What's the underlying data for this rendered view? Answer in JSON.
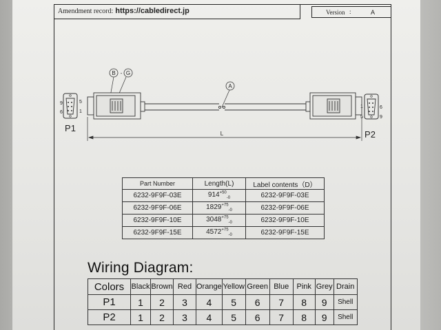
{
  "header": {
    "amendment_label": "Amendment record:",
    "amendment_url": "https://cabledirect.jp",
    "version_label": "Version",
    "version_sep": ":",
    "version_value": "A"
  },
  "drawing": {
    "callout_left_b": "B",
    "callout_left_dash": "-",
    "callout_left_g": "G",
    "callout_cable": "A",
    "length_label": "L",
    "p1_label": "P1",
    "p2_label": "P2",
    "p1_pins": {
      "top_left": "9",
      "top_right": "5",
      "bottom_left": "6",
      "bottom_right": "1"
    },
    "p2_pins": {
      "top_left": "1",
      "top_right": "6",
      "bottom_left": "5",
      "bottom_right": "9"
    }
  },
  "parts_table": {
    "headers": [
      "Part Number",
      "Length(L)",
      "Label contents（D）"
    ],
    "rows": [
      {
        "part": "6232-9F9F-03E",
        "length": "914",
        "tol_plus": "+50",
        "tol_minus": "-0",
        "label": "6232-9F9F-03E"
      },
      {
        "part": "6232-9F9F-06E",
        "length": "1829",
        "tol_plus": "+75",
        "tol_minus": "-0",
        "label": "6232-9F9F-06E"
      },
      {
        "part": "6232-9F9F-10E",
        "length": "3048",
        "tol_plus": "+75",
        "tol_minus": "-0",
        "label": "6232-9F9F-10E"
      },
      {
        "part": "6232-9F9F-15E",
        "length": "4572",
        "tol_plus": "+75",
        "tol_minus": "-0",
        "label": "6232-9F9F-15E"
      }
    ]
  },
  "wiring": {
    "title": "Wiring Diagram:",
    "header": [
      "Colors",
      "Black",
      "Brown",
      "Red",
      "Orange",
      "Yellow",
      "Green",
      "Blue",
      "Pink",
      "Grey",
      "Drain"
    ],
    "rows": [
      [
        "P1",
        "1",
        "2",
        "3",
        "4",
        "5",
        "6",
        "7",
        "8",
        "9",
        "Shell"
      ],
      [
        "P2",
        "1",
        "2",
        "3",
        "4",
        "5",
        "6",
        "7",
        "8",
        "9",
        "Shell"
      ]
    ]
  }
}
